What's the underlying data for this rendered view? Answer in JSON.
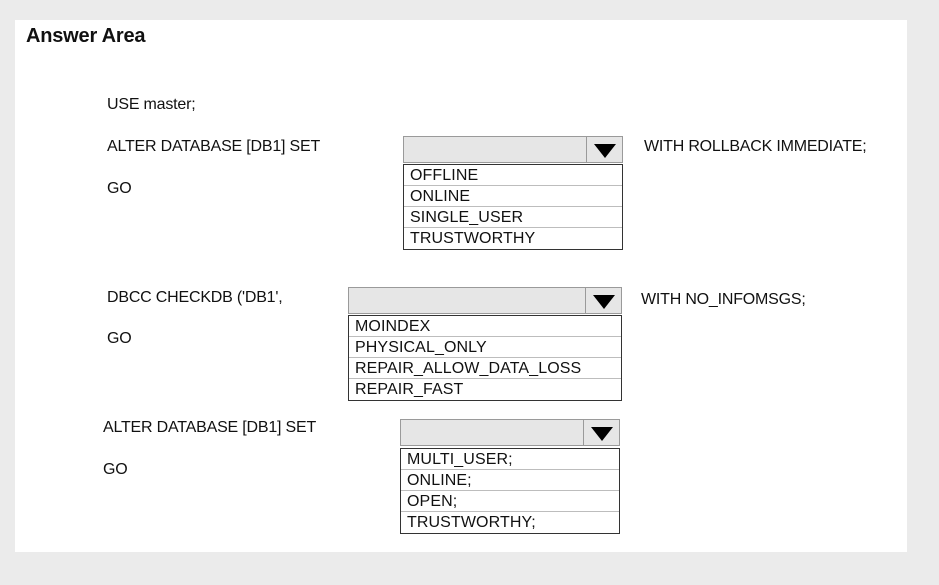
{
  "title": "Answer Area",
  "block1": {
    "line1": "USE master;",
    "line2": "ALTER DATABASE [DB1] SET",
    "suffix": "WITH ROLLBACK IMMEDIATE;",
    "line3": "GO",
    "options": [
      "OFFLINE",
      "ONLINE",
      "SINGLE_USER",
      "TRUSTWORTHY"
    ]
  },
  "block2": {
    "line1": "DBCC CHECKDB ('DB1',",
    "suffix": "WITH NO_INFOMSGS;",
    "line2": "GO",
    "options": [
      "MOINDEX",
      "PHYSICAL_ONLY",
      "REPAIR_ALLOW_DATA_LOSS",
      "REPAIR_FAST"
    ]
  },
  "block3": {
    "line1": "ALTER DATABASE [DB1] SET",
    "line2": "GO",
    "options": [
      "MULTI_USER;",
      "ONLINE;",
      "OPEN;",
      "TRUSTWORTHY;"
    ]
  },
  "icons": {
    "dropdown_arrow": "triangle-down-icon"
  }
}
